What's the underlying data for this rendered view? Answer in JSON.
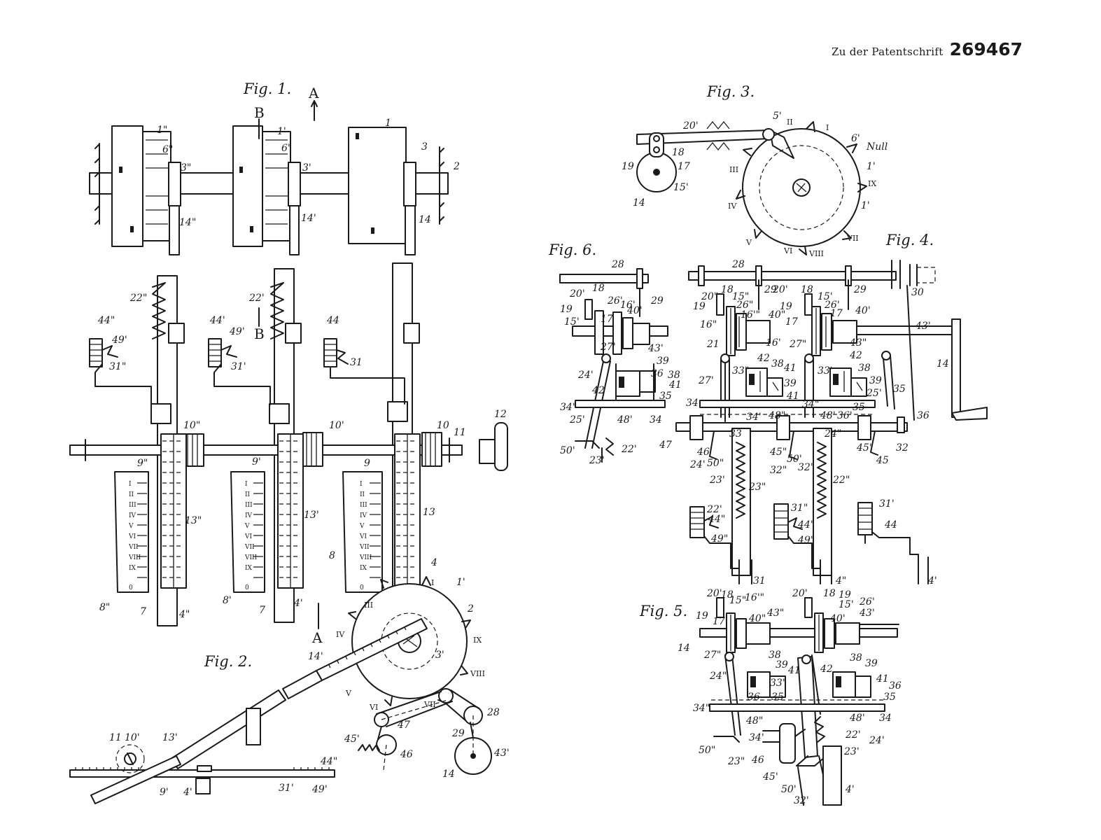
{
  "header": {
    "prefix": "Zu der Patentschrift",
    "number": "269467"
  },
  "figures": {
    "fig1": {
      "title": "Fig. 1.",
      "section_marks": [
        "A",
        "A",
        "B",
        "B"
      ],
      "labels": [
        "1\"",
        "6\"",
        "3\"",
        "14\"",
        "1'",
        "6'",
        "3'",
        "14'",
        "1",
        "3",
        "2",
        "14",
        "22\"",
        "22'",
        "44\"",
        "49'",
        "31\"",
        "44'",
        "49'",
        "31'",
        "44",
        "31",
        "10\"",
        "10'",
        "10",
        "11",
        "12",
        "9\"",
        "9'",
        "9",
        "13\"",
        "13'",
        "13",
        "8\"",
        "7",
        "4\"",
        "8'",
        "7",
        "4'",
        "8",
        "7",
        "4"
      ],
      "scale_numerals": [
        "I",
        "II",
        "III",
        "IV",
        "V",
        "VI",
        "VII",
        "VIII",
        "IX",
        "0"
      ]
    },
    "fig2": {
      "title": "Fig. 2.",
      "labels": [
        "1'",
        "2",
        "3'",
        "14'",
        "11",
        "10'",
        "13'",
        "9'",
        "4'",
        "31'",
        "49'",
        "44\"",
        "45'",
        "47",
        "46",
        "29",
        "28",
        "43'",
        "14"
      ],
      "wheel_numerals": [
        "I",
        "III",
        "IV",
        "V",
        "VI",
        "VII",
        "VIII",
        "IX"
      ]
    },
    "fig3": {
      "title": "Fig. 3.",
      "labels": [
        "20'",
        "5'",
        "I",
        "II",
        "18",
        "17",
        "19",
        "14",
        "15'",
        "III",
        "IV",
        "V",
        "VI",
        "VII",
        "VIII",
        "IX",
        "6'",
        "Null",
        "1'",
        "1'"
      ]
    },
    "fig4": {
      "title": "Fig. 4.",
      "labels": [
        "28",
        "30",
        "29",
        "29",
        "20\"",
        "18",
        "15\"",
        "20'",
        "18",
        "15'",
        "19",
        "19",
        "26'",
        "26\"",
        "16'\"",
        "40\"",
        "16\"",
        "17",
        "17",
        "40'",
        "16'",
        "43\"",
        "43'",
        "14",
        "21",
        "27\"",
        "27'",
        "33\"",
        "42",
        "38",
        "39",
        "41",
        "33'",
        "42",
        "38",
        "39",
        "41",
        "35",
        "34",
        "34\"",
        "34'",
        "48\"",
        "36'",
        "48'",
        "25'",
        "35",
        "36",
        "47",
        "46",
        "45\"",
        "45'",
        "45",
        "32",
        "33",
        "24\"",
        "24'",
        "50\"",
        "32\"",
        "50'",
        "32'",
        "23'",
        "23\"",
        "22\"",
        "22'",
        "44\"",
        "49\"",
        "31\"",
        "44'",
        "49'",
        "31'",
        "44",
        "31",
        "4\"",
        "4'",
        "4"
      ]
    },
    "fig5": {
      "title": "Fig. 5.",
      "labels": [
        "20'",
        "18",
        "15\"",
        "16'\"",
        "20'",
        "18",
        "19",
        "15'",
        "26'",
        "19",
        "17",
        "40\"",
        "43\"",
        "40'",
        "43'",
        "14",
        "27\"",
        "38",
        "39",
        "41",
        "33'",
        "42",
        "38",
        "39",
        "41",
        "36",
        "24\"",
        "36",
        "35",
        "35",
        "34\"",
        "48\"",
        "48'",
        "34",
        "34'",
        "22'",
        "24'",
        "46",
        "23'",
        "50\"",
        "23\"",
        "45'",
        "50'",
        "32'",
        "4'"
      ]
    },
    "fig6": {
      "title": "Fig. 6.",
      "labels": [
        "28",
        "20'",
        "18",
        "19",
        "15'",
        "26'",
        "16'",
        "40'",
        "29",
        "17",
        "43'",
        "27'",
        "24'",
        "39",
        "42",
        "36",
        "38",
        "41",
        "35",
        "34'",
        "48'",
        "34",
        "25'",
        "50'",
        "23'",
        "22'"
      ]
    }
  }
}
